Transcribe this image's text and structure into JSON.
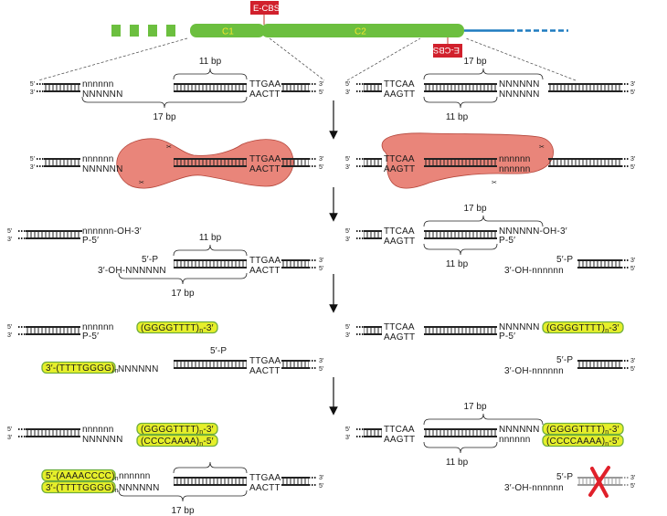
{
  "top_bar": {
    "left_exon": "C1",
    "right_exon": "C2",
    "site_upper": "E-CBS",
    "site_lower": "E-CBS"
  },
  "labels": {
    "bp11": "11 bp",
    "bp17": "17 bp",
    "end5": "5′",
    "end3": "3′",
    "ttgaa": "TTGAA",
    "aactt": "AACTT",
    "ttcaa": "TTCAA",
    "aagtt": "AAGTT",
    "nl": "nnnnnn",
    "nu": "NNNNNN",
    "nl_oh": "nnnnnn-OH-3′",
    "nu_oh": "NNNNNN-OH-3′",
    "p5": "P-5′",
    "p5_left": "5′-P",
    "oh3_nu": "3′-OH-NNNNNN",
    "oh3_nl": "3′-OH-nnnnnn",
    "rep_g3": "(GGGGTTTT)n-3′",
    "rep_c5": "(CCCCAAAA)n-5′",
    "rep_t_left": "3′-(TTTTGGGG)n",
    "rep_a_left": "5′-(AAAACCCC)n"
  },
  "colors": {
    "exon_green": "#6cbf3f",
    "intron_blue": "#1f7bc0",
    "site_red": "#d1202c",
    "enzyme_fill": "#e9857a",
    "enzyme_stroke": "#b4463b",
    "telomere_fill": "#e6ef2a",
    "telomere_stroke": "#6fae3d",
    "new_strand_red": "#e0202a"
  }
}
